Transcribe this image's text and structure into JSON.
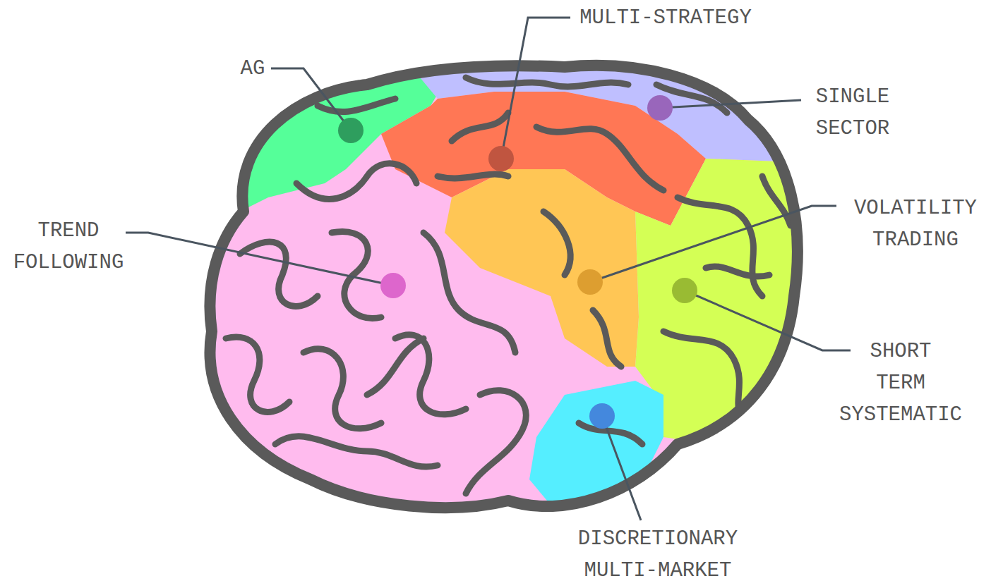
{
  "diagram": {
    "labels": [
      "MULTI-STRATEGY",
      "AG",
      "SINGLE SECTOR",
      "VOLATILITY TRADING",
      "TREND FOLLOWING",
      "SHORT TERM SYSTEMATIC",
      "DISCRETIONARY MULTI-MARKET"
    ]
  }
}
